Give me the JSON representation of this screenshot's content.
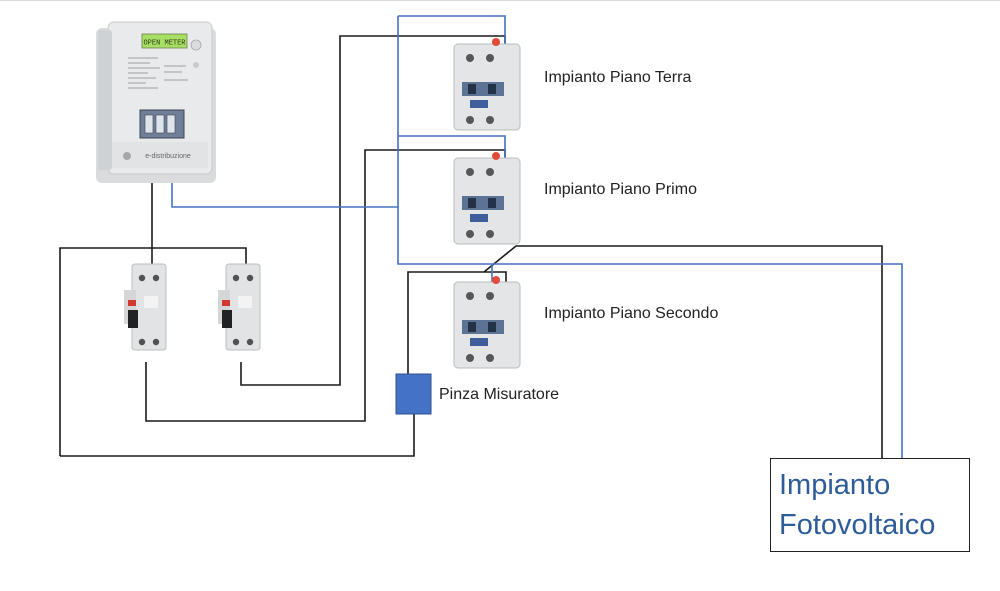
{
  "meter": {
    "display_text": "OPEN METER",
    "brand_text": "e-distribuzione"
  },
  "labels": {
    "piano_terra": "Impianto Piano Terra",
    "piano_primo": "Impianto Piano Primo",
    "piano_secondo": "Impianto Piano Secondo",
    "pinza": "Pinza Misuratore",
    "fotovoltaico_line1": "Impianto",
    "fotovoltaico_line2": "Fotovoltaico"
  },
  "colors": {
    "black_wire": "#1a1a1a",
    "blue_wire": "#4472c4",
    "pinza_fill": "#4472c4",
    "pv_text": "#2e5c9a"
  }
}
